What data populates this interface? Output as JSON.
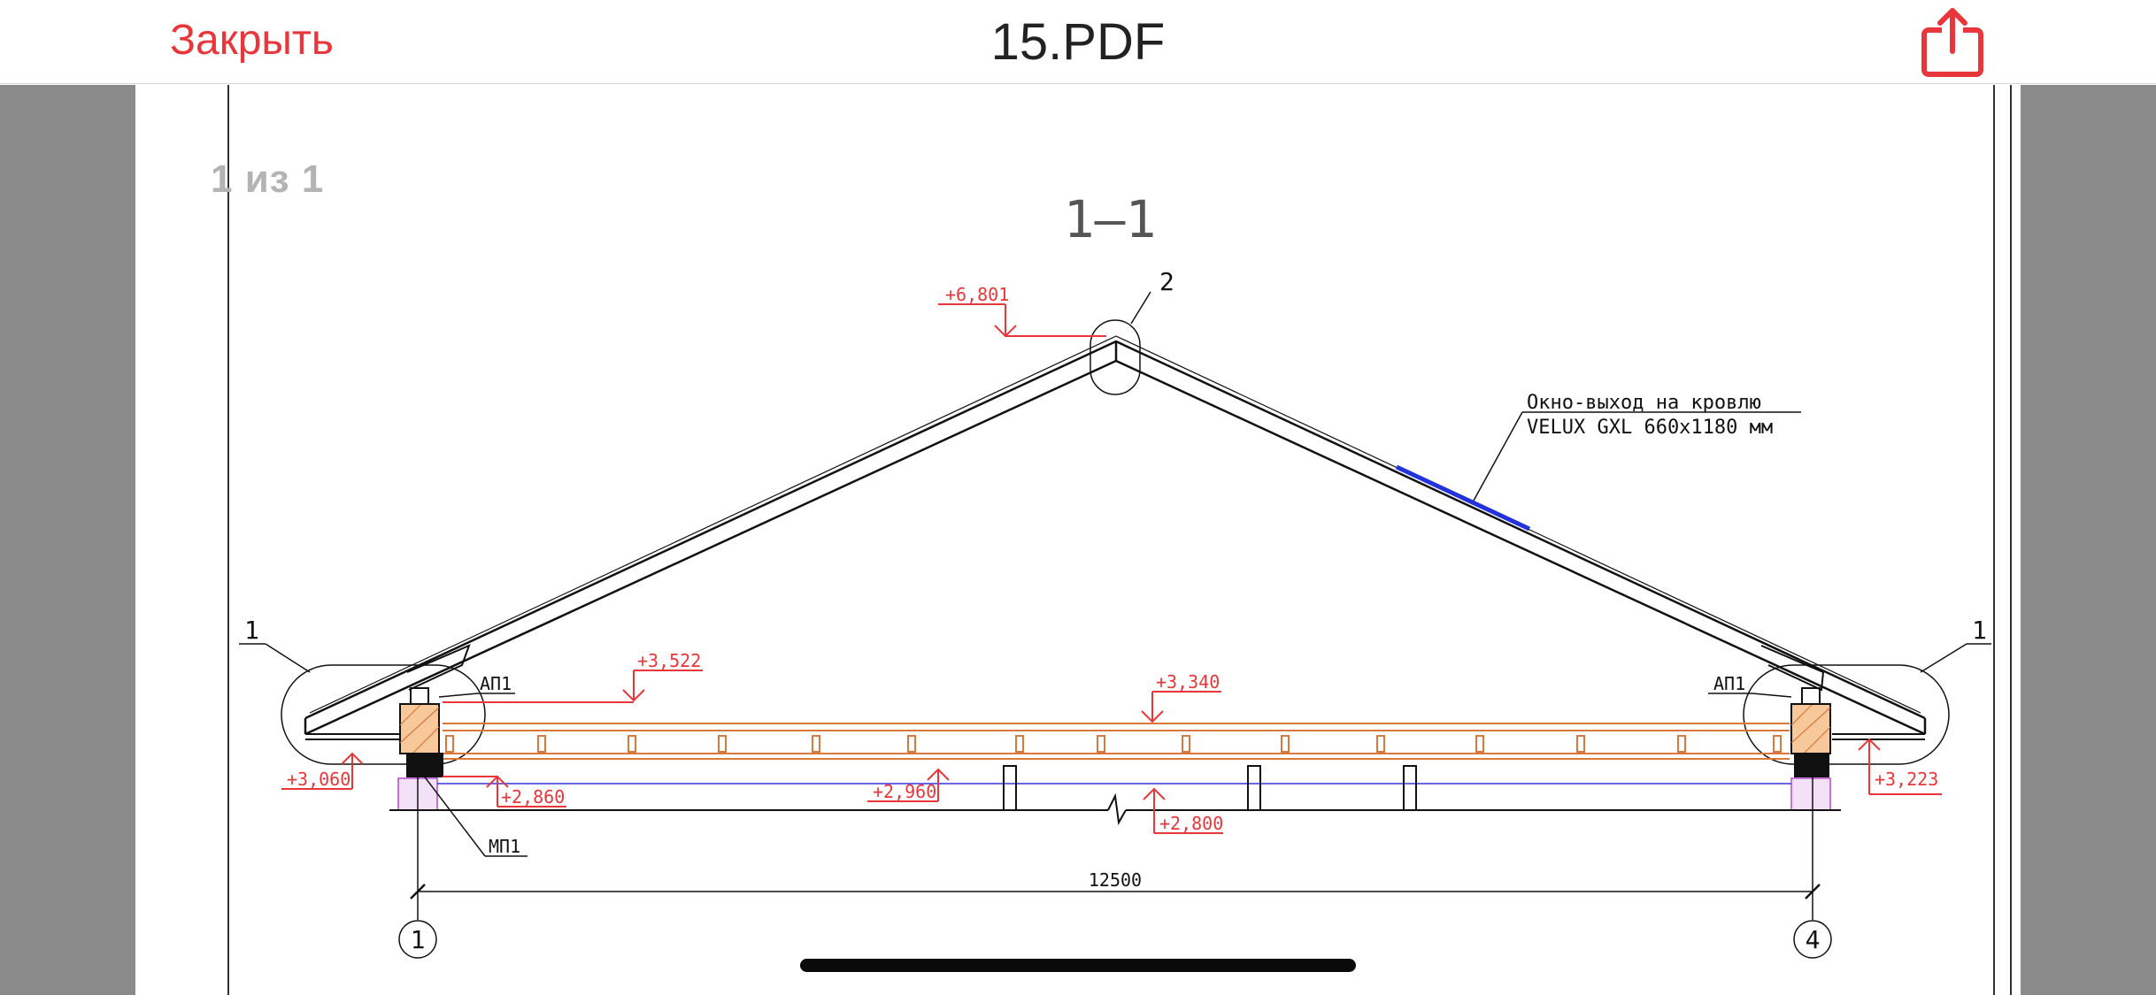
{
  "header": {
    "close_label": "Закрыть",
    "title": "15.PDF",
    "share_icon": "share-icon"
  },
  "viewer": {
    "page_indicator": "1 из 1"
  },
  "drawing": {
    "section_title": "1–1",
    "callouts": {
      "ridge": "2",
      "eave_left": "1",
      "eave_right": "1"
    },
    "window_note": {
      "line1": "Окно-выход на кровлю",
      "line2": "VELUX GXL 660x1180 мм"
    },
    "levels": {
      "ridge": "+6,801",
      "l3522": "+3,522",
      "l3340": "+3,340",
      "l3060": "+3,060",
      "l2860": "+2,860",
      "l2960": "+2,960",
      "l2800": "+2,800",
      "l3223": "+3,223"
    },
    "labels": {
      "ap1_left": "АП1",
      "ap1_right": "АП1",
      "mp1": "МП1"
    },
    "dimension": "12500",
    "axes": {
      "left": "1",
      "right": "4"
    },
    "colors": {
      "level_red": "#e8363a",
      "timber_orange": "#d9783a",
      "window_blue": "#2233dd",
      "line_black": "#111111"
    }
  }
}
